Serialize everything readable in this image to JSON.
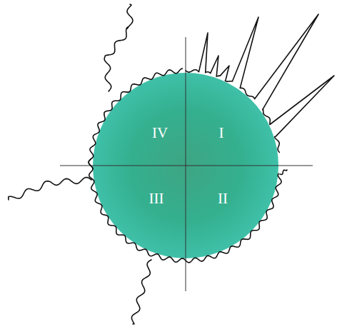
{
  "diagram": {
    "labels": [
      "IV",
      "I",
      "III",
      "II"
    ]
  }
}
